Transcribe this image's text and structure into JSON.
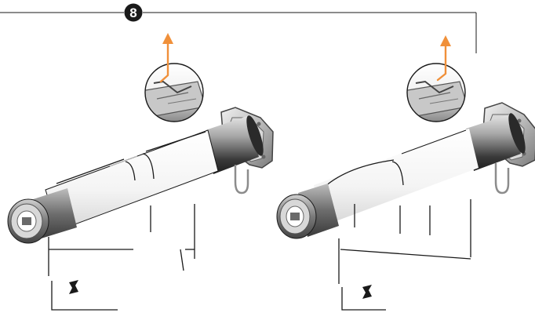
{
  "step": {
    "number": "8"
  },
  "colors": {
    "arrow": "#F0903A",
    "line": "#1a1a1a",
    "badge": "#1a1a1a",
    "tube_gray": "#8c8c8c",
    "tube_dark": "#3c3c3c"
  },
  "icons": {
    "lift_arrow": "arrow-up-icon",
    "step_badge": "numbered-circle-icon"
  },
  "panels": [
    {
      "name": "roller-assembly-left"
    },
    {
      "name": "roller-assembly-right"
    }
  ]
}
